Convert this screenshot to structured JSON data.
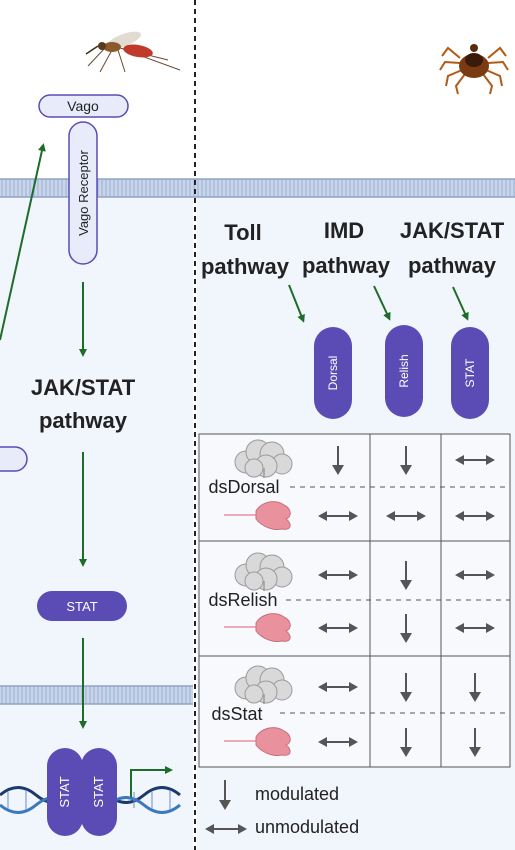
{
  "left_panel": {
    "vago_label": "Vago",
    "vago_receptor_label": "Vago Receptor",
    "jak_stat_line1": "JAK/STAT",
    "jak_stat_line2": "pathway",
    "stat_label": "STAT",
    "stat_dimer_left": "STAT",
    "stat_dimer_right": "STAT"
  },
  "right_panel": {
    "pathway_headers": [
      {
        "line1": "Toll",
        "line2": "pathway"
      },
      {
        "line1": "IMD",
        "line2": "pathway"
      },
      {
        "line1": "JAK/STAT",
        "line2": "pathway"
      }
    ],
    "factors": [
      "Dorsal",
      "Relish",
      "STAT"
    ],
    "table": {
      "rows": [
        {
          "knockdown": "dsDorsal",
          "fat_body": [
            "modulated",
            "modulated",
            "unmodulated"
          ],
          "gut": [
            "unmodulated",
            "unmodulated",
            "unmodulated"
          ]
        },
        {
          "knockdown": "dsRelish",
          "fat_body": [
            "unmodulated",
            "modulated",
            "unmodulated"
          ],
          "gut": [
            "unmodulated",
            "modulated",
            "unmodulated"
          ]
        },
        {
          "knockdown": "dsStat",
          "fat_body": [
            "unmodulated",
            "modulated",
            "modulated"
          ],
          "gut": [
            "unmodulated",
            "modulated",
            "modulated"
          ]
        }
      ]
    },
    "legend": {
      "modulated_label": "modulated",
      "unmodulated_label": "unmodulated"
    }
  },
  "colors": {
    "pathway_purple": "#5b4cb5",
    "arrow_green": "#1f6b2a",
    "membrane_blue": "#aebfdc",
    "panel_bg": "#f1f5fc",
    "organ_pink": "#e9929e",
    "organ_gray": "#b3b3b3"
  },
  "icons": [
    "mosquito-icon",
    "tick-icon",
    "fat-body-icon",
    "gut-icon",
    "dna-icon"
  ]
}
